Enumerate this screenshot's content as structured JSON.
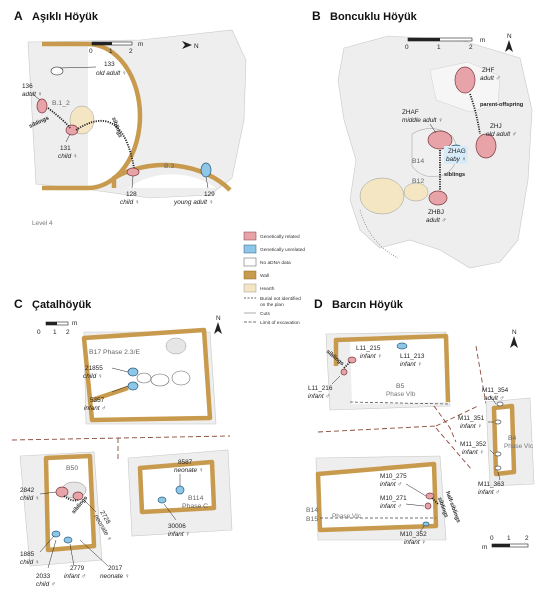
{
  "panels": {
    "A": {
      "letter": "A",
      "title": "Aşıklı Höyük",
      "scale_ticks": [
        "0",
        "1",
        "2"
      ],
      "scale_unit": "m",
      "north": "N",
      "buildings": [
        "B.1_2",
        "B.3"
      ],
      "level": "Level 4",
      "relation_labels": [
        "siblings",
        "siblings"
      ],
      "individuals": [
        {
          "id": "133",
          "desc": "old adult ♀"
        },
        {
          "id": "136",
          "desc": "adult ♀"
        },
        {
          "id": "131",
          "desc": "child ♀"
        },
        {
          "id": "128",
          "desc": "child ♀"
        },
        {
          "id": "129",
          "desc": "young adult ♀"
        }
      ]
    },
    "B": {
      "letter": "B",
      "title": "Boncuklu Höyük",
      "scale_ticks": [
        "0",
        "1",
        "2"
      ],
      "scale_unit": "m",
      "north": "N",
      "buildings": [
        "B14",
        "B12"
      ],
      "relation_labels": [
        "parent-offspring",
        "siblings"
      ],
      "individuals": [
        {
          "id": "ZHF",
          "desc": "adult ♂"
        },
        {
          "id": "ZHAF",
          "desc": "middle adult ♀"
        },
        {
          "id": "ZHJ",
          "desc": "old adult ♂"
        },
        {
          "id": "ZHAG",
          "desc": "baby ♀"
        },
        {
          "id": "ZHBJ",
          "desc": "adult ♂"
        }
      ]
    },
    "C": {
      "letter": "C",
      "title": "Çatalhöyük",
      "scale_ticks": [
        "0",
        "1",
        "2"
      ],
      "scale_unit": "m",
      "north": "N",
      "buildings": [
        "B17 Phase 2.3/E",
        "B50",
        "B114",
        "Phase C"
      ],
      "relation_labels": [
        "siblings"
      ],
      "individuals": [
        {
          "id": "21855",
          "desc": "child ♀"
        },
        {
          "id": "5357",
          "desc": "infant ♂"
        },
        {
          "id": "8587",
          "desc": "neonate ♀"
        },
        {
          "id": "2842",
          "desc": "child ♀"
        },
        {
          "id": "2728",
          "desc": "neonate ♀"
        },
        {
          "id": "30006",
          "desc": "infant ♀"
        },
        {
          "id": "1885",
          "desc": "child ♀"
        },
        {
          "id": "2033",
          "desc": "child ♂"
        },
        {
          "id": "2779",
          "desc": "infant ♂"
        },
        {
          "id": "2017",
          "desc": "neonate ♀"
        }
      ]
    },
    "D": {
      "letter": "D",
      "title": "Barcın Höyük",
      "scale_ticks": [
        "0",
        "1",
        "2"
      ],
      "scale_unit": "m",
      "north": "N",
      "buildings": [
        "B5",
        "Phase VIb",
        "B4",
        "Phase VIc",
        "B14",
        "B15",
        "Phase VIc"
      ],
      "relation_labels": [
        "siblings",
        "siblings",
        "half-siblings"
      ],
      "individuals": [
        {
          "id": "L11_215",
          "desc": "infant ♀"
        },
        {
          "id": "L11_213",
          "desc": "infant ♀"
        },
        {
          "id": "L11_216",
          "desc": "infant ♂"
        },
        {
          "id": "M11_354",
          "desc": "adult ♂"
        },
        {
          "id": "M11_351",
          "desc": "infant ♀"
        },
        {
          "id": "M11_352",
          "desc": "infant ♀"
        },
        {
          "id": "M11_363",
          "desc": "infant ♂"
        },
        {
          "id": "M10_275",
          "desc": "infant ♂"
        },
        {
          "id": "M10_271",
          "desc": "infant ♂"
        },
        {
          "id": "M10_352",
          "desc": "infant ♀"
        }
      ]
    }
  },
  "legend": {
    "items": [
      {
        "label": "Genetically related",
        "color": "#e8a3a8"
      },
      {
        "label": "Genetically unrelated",
        "color": "#8ec6e8"
      },
      {
        "label": "No aDNA data",
        "color": "#ffffff"
      },
      {
        "label": "Wall",
        "color": "#c89a4e"
      },
      {
        "label": "Hearth",
        "color": "#f4e6c2"
      }
    ],
    "line_items": [
      "Burial not identified",
      "on the plan",
      "Cuts",
      "Limit of excavation"
    ]
  }
}
